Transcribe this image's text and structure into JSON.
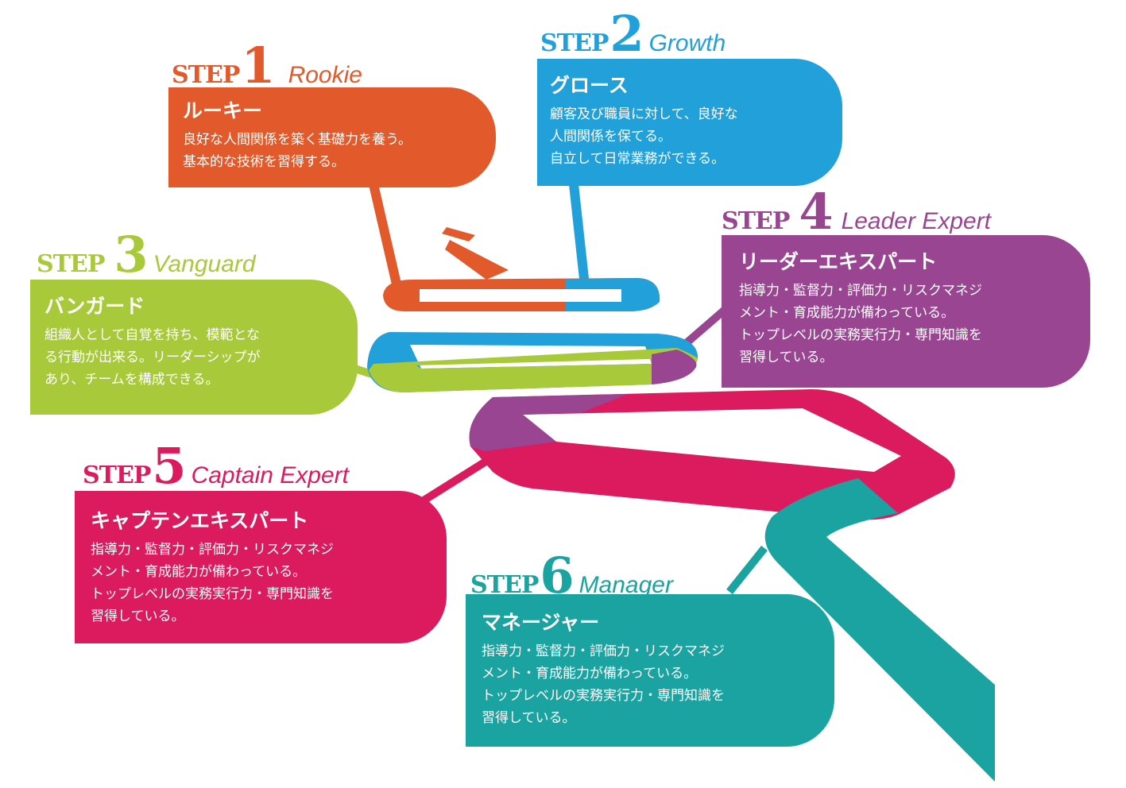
{
  "colors": {
    "step1": "#e25a2b",
    "step2": "#22a0da",
    "step3": "#a8c93a",
    "step4": "#9a4592",
    "step5": "#dc1a5e",
    "step6": "#1ba3a1"
  },
  "steps": [
    {
      "step_word": "STEP",
      "number": "1",
      "english": "Rookie",
      "title": "ルーキー",
      "lines": [
        "良好な人間関係を築く基礎力を養う。",
        "基本的な技術を習得する。"
      ]
    },
    {
      "step_word": "STEP",
      "number": "2",
      "english": "Growth",
      "title": "グロース",
      "lines": [
        "顧客及び職員に対して、良好な",
        "人間関係を保てる。",
        "自立して日常業務ができる。"
      ]
    },
    {
      "step_word": "STEP",
      "number": "3",
      "english": "Vanguard",
      "title": "バンガード",
      "lines": [
        "組織人として自覚を持ち、模範とな",
        "る行動が出来る。リーダーシップが",
        "あり、チームを構成できる。"
      ]
    },
    {
      "step_word": "STEP",
      "number": "4",
      "english": "Leader Expert",
      "title": "リーダーエキスパート",
      "lines": [
        "指導力・監督力・評価力・リスクマネジ",
        "メント・育成能力が備わっている。",
        "トップレベルの実務実行力・専門知識を",
        "習得している。"
      ]
    },
    {
      "step_word": "STEP",
      "number": "5",
      "english": "Captain Expert",
      "title": "キャプテンエキスパート",
      "lines": [
        "指導力・監督力・評価力・リスクマネジ",
        "メント・育成能力が備わっている。",
        "トップレベルの実務実行力・専門知識を",
        "習得している。"
      ]
    },
    {
      "step_word": "STEP",
      "number": "6",
      "english": "Manager",
      "title": "マネージャー",
      "lines": [
        "指導力・監督力・評価力・リスクマネジ",
        "メント・育成能力が備わっている。",
        "トップレベルの実務実行力・専門知識を",
        "習得している。"
      ]
    }
  ]
}
